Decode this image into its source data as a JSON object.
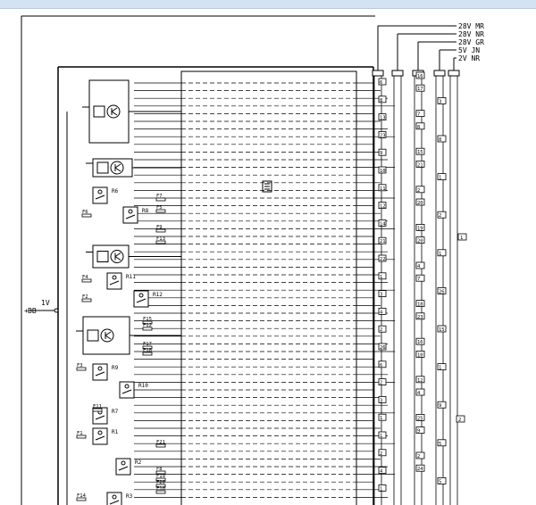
{
  "diagram": {
    "input_arrow": "+",
    "input_connector": "BB",
    "input_voltage": "1V",
    "buses": [
      {
        "label": "28V MR"
      },
      {
        "label": "28V NR"
      },
      {
        "label": "28V GR"
      },
      {
        "label": "5V JN"
      },
      {
        "label": "2V NR"
      }
    ],
    "relays": [
      {
        "label": "R6"
      },
      {
        "label": "R8"
      },
      {
        "label": "R11"
      },
      {
        "label": "R12"
      },
      {
        "label": "R9"
      },
      {
        "label": "R10"
      },
      {
        "label": "R7"
      },
      {
        "label": "R1"
      },
      {
        "label": "R2"
      },
      {
        "label": "R3"
      }
    ],
    "fuses": [
      {
        "label": "F7"
      },
      {
        "label": "F5"
      },
      {
        "label": "F6"
      },
      {
        "label": "F9"
      },
      {
        "label": "F13"
      },
      {
        "label": "F4"
      },
      {
        "label": "F2"
      },
      {
        "label": "F15"
      },
      {
        "label": "F12"
      },
      {
        "label": "F17"
      },
      {
        "label": "F18"
      },
      {
        "label": "F3"
      },
      {
        "label": "F11"
      },
      {
        "label": "F1"
      },
      {
        "label": "F21"
      },
      {
        "label": "F8"
      },
      {
        "label": "F19"
      },
      {
        "label": "F20"
      },
      {
        "label": "F10"
      },
      {
        "label": "F14"
      }
    ],
    "connector_pins": [
      "6",
      "8",
      "13",
      "23",
      "9",
      "10",
      "11",
      "12",
      "14",
      "21",
      "22",
      "1",
      "3",
      "4",
      "2",
      "26",
      "6",
      "2",
      "3",
      "1",
      "1",
      "2",
      "4",
      "1"
    ],
    "bus_pins": [
      "16",
      "17",
      "3",
      "7",
      "8",
      "8",
      "15",
      "21",
      "1",
      "2",
      "20",
      "2",
      "19",
      "20",
      "1",
      "4",
      "7",
      "26",
      "18",
      "23",
      "15",
      "16",
      "10",
      "1",
      "12",
      "4",
      "9",
      "25",
      "9",
      "5",
      "2",
      "24",
      "5"
    ],
    "right_pins": [
      "1",
      "2"
    ]
  }
}
